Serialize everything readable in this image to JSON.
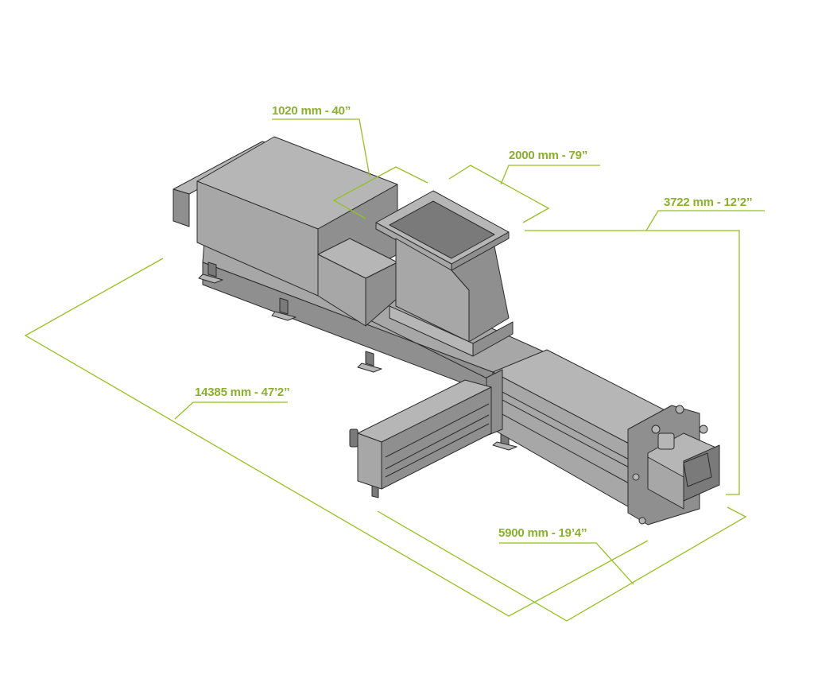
{
  "dimensions": {
    "hopper_depth": "1020 mm - 40”",
    "hopper_width": "2000 mm - 79”",
    "width_total": "3722 mm - 12’2’’",
    "length_total": "14385 mm - 47’2’’",
    "press_length": "5900 mm - 19’4’’"
  },
  "colors": {
    "dimension_lines": "#94c11f",
    "dimension_text": "#8ab02c",
    "machine_body": "#a7a7a7",
    "machine_outline": "#2b2b2b"
  }
}
